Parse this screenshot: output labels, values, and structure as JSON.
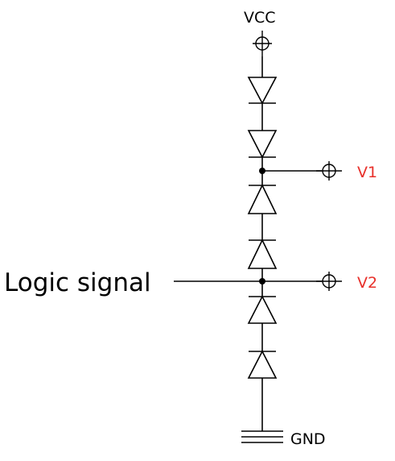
{
  "labels": {
    "vcc": "VCC",
    "gnd": "GND",
    "v1": "V1",
    "v2": "V2",
    "logic_signal": "Logic signal"
  },
  "colors": {
    "wire": "#000000",
    "probe_label": "#e8302a"
  }
}
